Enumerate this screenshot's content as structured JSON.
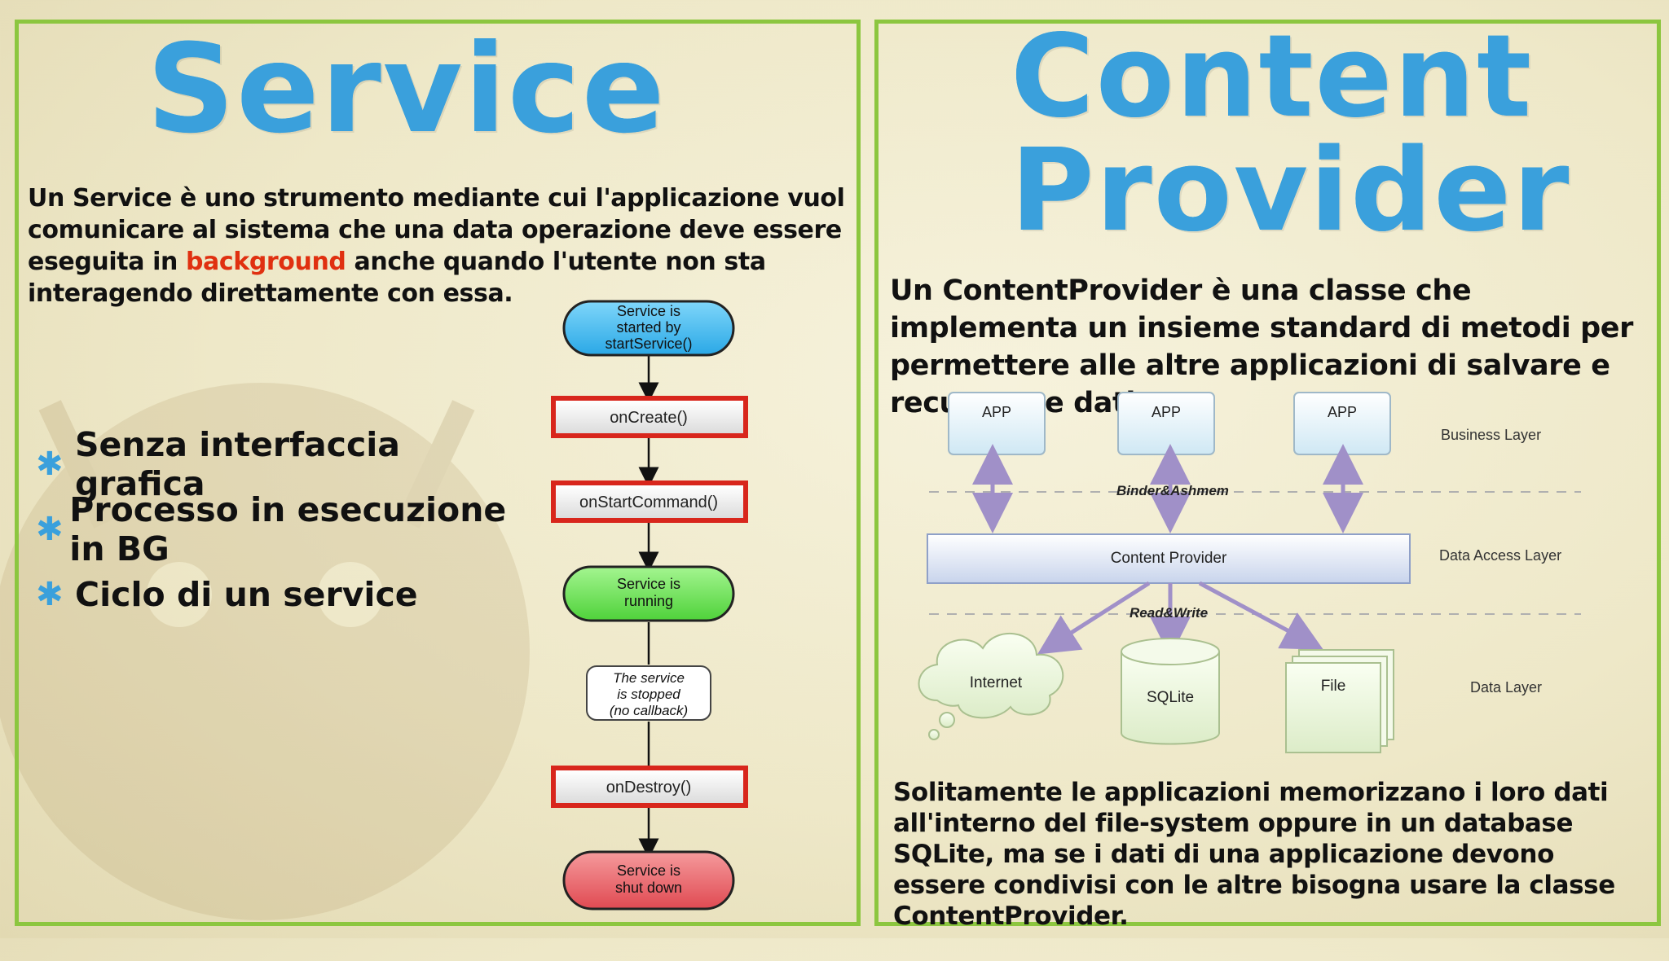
{
  "service": {
    "title": "Service",
    "desc_part1": "Un Service è uno strumento mediante cui l'applicazione vuol comunicare al sistema che una data operazione deve essere eseguita in ",
    "desc_highlight": "background",
    "desc_part2": " anche quando l'utente non sta interagendo direttamente con essa.",
    "bullets": [
      "Senza interfaccia grafica",
      "Processo in esecuzione in BG",
      "Ciclo di un service"
    ],
    "flow": {
      "start": [
        "Service is",
        "started by",
        "startService()"
      ],
      "on_create": "onCreate()",
      "on_start_command": "onStartCommand()",
      "running": [
        "Service is",
        "running"
      ],
      "stopped": [
        "The service",
        "is stopped",
        "(no callback)"
      ],
      "on_destroy": "onDestroy()",
      "shut_down": [
        "Service is",
        "shut down"
      ]
    }
  },
  "content_provider": {
    "title_line1": "Content",
    "title_line2": "Provider",
    "desc": "Un ContentProvider è una classe che implementa un insieme standard di metodi per permettere alle altre applicazioni di salvare e recuperare dati.",
    "diagram": {
      "apps": [
        "APP",
        "APP",
        "APP"
      ],
      "business_layer": "Business Layer",
      "binder": "Binder&Ashmem",
      "provider": "Content Provider",
      "data_access_layer": "Data Access Layer",
      "read_write": "Read&Write",
      "internet": "Internet",
      "sqlite": "SQLite",
      "file": "File",
      "data_layer": "Data Layer"
    },
    "footer": "Solitamente le applicazioni memorizzano i loro dati all'interno del file-system oppure in un database SQLite, ma se i dati di una applicazione devono essere condivisi con le altre bisogna usare la classe ContentProvider."
  },
  "colors": {
    "title_blue": "#3aa0dc",
    "frame_green": "#8cc63f",
    "highlight_red": "#e03010",
    "flow_blue": "#4ab8ea",
    "flow_green": "#6ee05a",
    "flow_red": "#e85a60",
    "callback_border": "#d8261c"
  }
}
